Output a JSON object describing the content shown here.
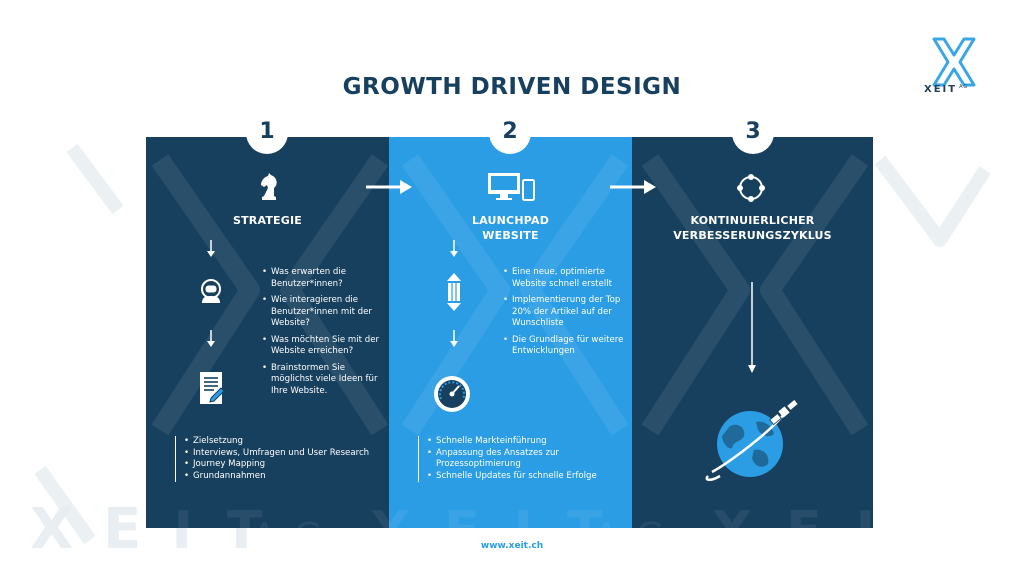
{
  "title": "GROWTH DRIVEN DESIGN",
  "logo": {
    "brand": "XEIT",
    "suffix": "AG"
  },
  "watermark": {
    "brand": "XEIT",
    "suffix": "AG"
  },
  "steps": [
    {
      "number": "1",
      "heading": "STRATEGIE",
      "questions": [
        "Was erwarten die Benutzer*innen?",
        "Wie interagieren die Benutzer*innen mit der Website?",
        "Was möchten Sie mit der Website erreichen?",
        "Brainstormen Sie möglichst viele Ideen für Ihre Website."
      ],
      "outcomes": [
        "Zielsetzung",
        "Interviews, Umfragen und User Research",
        "Journey Mapping",
        "Grundannahmen"
      ]
    },
    {
      "number": "2",
      "heading_line1": "LAUNCHPAD",
      "heading_line2": "WEBSITE",
      "points": [
        "Eine neue, optimierte Website schnell erstellt",
        "Implementierung der Top 20% der Artikel auf der Wunschliste",
        "Die Grundlage für weitere Entwicklungen"
      ],
      "outcomes": [
        "Schnelle Markteinführung",
        "Anpassung des Ansatzes zur Prozessoptimierung",
        "Schnelle Updates für schnelle Erfolge"
      ]
    },
    {
      "number": "3",
      "heading_line1": "KONTINUIERLICHER",
      "heading_line2": "VERBESSERUNGSZYKLUS"
    }
  ],
  "footer": "www.xeit.ch",
  "colors": {
    "dark": "#17405f",
    "accent": "#2a9de4",
    "logo_accent": "#3aa6e6"
  },
  "icons": [
    "chess-knight-icon",
    "astronaut-icon",
    "document-icon",
    "devices-icon",
    "pencil-icon",
    "speedometer-icon",
    "cycle-icon",
    "planet-satellite-icon",
    "arrow-right-icon",
    "arrow-down-icon",
    "xeit-logo-icon"
  ]
}
